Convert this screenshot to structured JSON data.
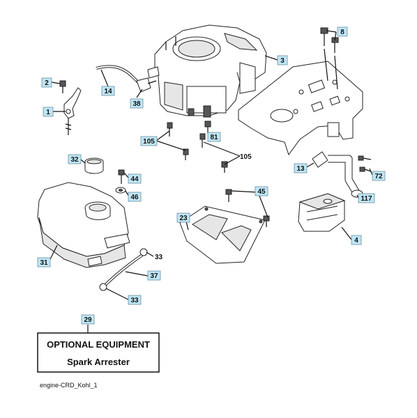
{
  "callouts": [
    {
      "id": "c8",
      "label": "8"
    },
    {
      "id": "c3",
      "label": "3"
    },
    {
      "id": "c2",
      "label": "2"
    },
    {
      "id": "c14",
      "label": "14"
    },
    {
      "id": "c38",
      "label": "38"
    },
    {
      "id": "c1",
      "label": "1"
    },
    {
      "id": "c105a",
      "label": "105"
    },
    {
      "id": "c81",
      "label": "81"
    },
    {
      "id": "c105b",
      "label": "105"
    },
    {
      "id": "c32",
      "label": "32"
    },
    {
      "id": "c44",
      "label": "44"
    },
    {
      "id": "c46",
      "label": "46"
    },
    {
      "id": "c13",
      "label": "13"
    },
    {
      "id": "c72",
      "label": "72"
    },
    {
      "id": "c45",
      "label": "45"
    },
    {
      "id": "c117",
      "label": "117"
    },
    {
      "id": "c23",
      "label": "23"
    },
    {
      "id": "c4",
      "label": "4"
    },
    {
      "id": "c31",
      "label": "31"
    },
    {
      "id": "c33a",
      "label": "33"
    },
    {
      "id": "c37",
      "label": "37"
    },
    {
      "id": "c33b",
      "label": "33"
    },
    {
      "id": "c29",
      "label": "29"
    }
  ],
  "optional_box": {
    "heading": "OPTIONAL EQUIPMENT",
    "item": "Spark Arrester"
  },
  "caption": "engine-CRD_Kohl_1"
}
